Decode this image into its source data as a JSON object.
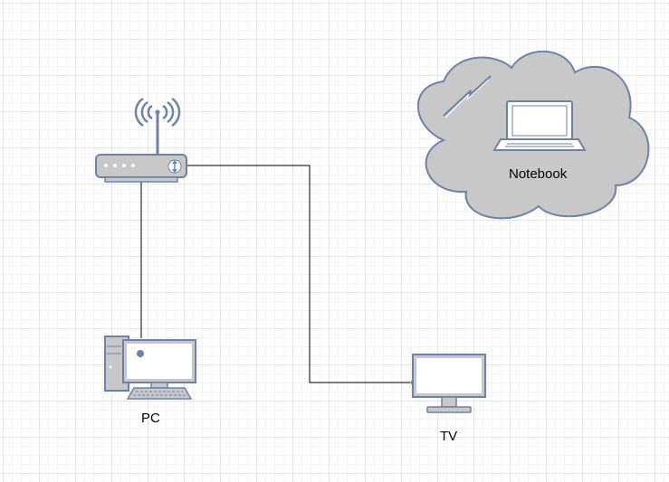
{
  "nodes": {
    "router": {
      "icon": "wifi-router-icon"
    },
    "pc": {
      "label": "PC",
      "icon": "desktop-pc-icon"
    },
    "tv": {
      "label": "TV",
      "icon": "tv-monitor-icon"
    },
    "notebook": {
      "label": "Notebook",
      "icon": "laptop-icon",
      "container_icon": "cloud-icon"
    }
  },
  "edges": [
    {
      "from": "router",
      "to": "pc"
    },
    {
      "from": "router",
      "to": "tv"
    }
  ],
  "colors": {
    "icon_stroke": "#6c82a8",
    "icon_fill": "#ffffff",
    "device_body": "#c8c8c8",
    "cloud_fill": "#c8c8c8",
    "connector": "#000000"
  }
}
